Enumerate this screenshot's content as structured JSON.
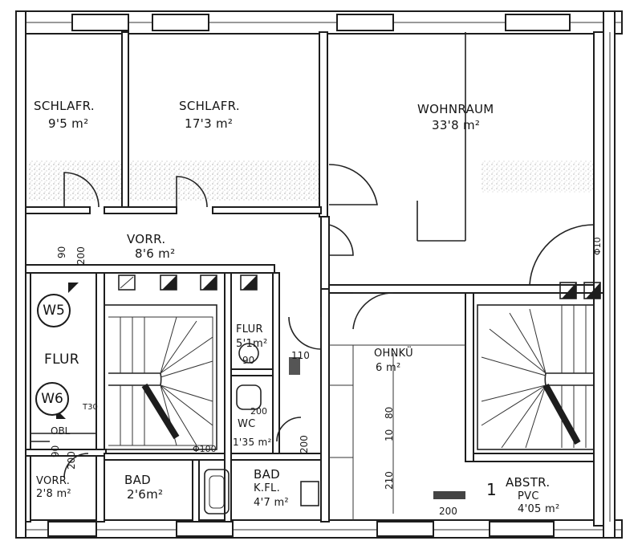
{
  "rooms": {
    "schlaf1": {
      "name": "SCHLAFR.",
      "area": "9'5 m²"
    },
    "schlaf2": {
      "name": "SCHLAFR.",
      "area": "17'3 m²"
    },
    "wohnraum": {
      "name": "WOHNRAUM",
      "area": "33'8 m²"
    },
    "vorr": {
      "name": "VORR.",
      "area": "8'6 m²"
    },
    "flur_left": {
      "name": "FLUR"
    },
    "flur_small": {
      "name": "FLUR",
      "area": "5'1m²"
    },
    "wohnkue": {
      "name": "OHNKÜ",
      "area": "6 m²"
    },
    "wc": {
      "name": "WC",
      "area": "1'35 m²"
    },
    "vorr2": {
      "name": "VORR.",
      "area": "2'8 m²"
    },
    "bad": {
      "name": "BAD",
      "area": "2'6m²"
    },
    "bad_kfl": {
      "name": "BAD",
      "sub": "K.FL.",
      "area": "4'7 m²"
    },
    "abstr": {
      "name": "ABSTR.",
      "sub": "PVC",
      "area": "4'05 m²",
      "number": "1"
    }
  },
  "markers": {
    "w5": "W5",
    "w6": "W6"
  },
  "dimensions": {
    "d90_top": "90",
    "d200_top": "200",
    "d90_obl": "90",
    "d200_obl": "200",
    "obl": "OBL",
    "t30": "T30",
    "d100": "Φ100",
    "d10_right": "Φ10",
    "d200_wc": "200",
    "d200_abstr": "200",
    "d210": "210",
    "d80": "80",
    "d10": "10",
    "d110": "110",
    "d90_flur": "90",
    "d200_flur": "200"
  }
}
